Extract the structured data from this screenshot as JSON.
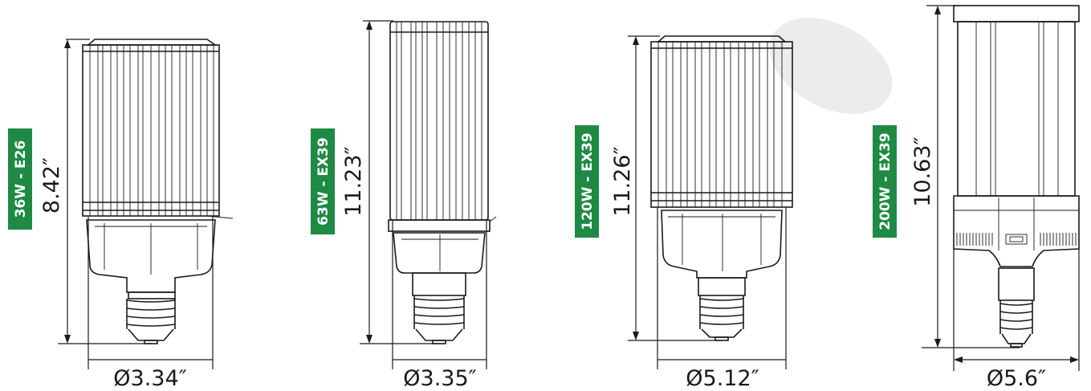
{
  "colors": {
    "badge_green": "#1e8a44",
    "line": "#1a1a1a",
    "shadow_blob": "#ececec"
  },
  "lamps": [
    {
      "badge": "36W - E26",
      "height_label": "8.42″",
      "diameter_label": "Ø3.34″"
    },
    {
      "badge": "63W - EX39",
      "height_label": "11.23″",
      "diameter_label": "Ø3.35″"
    },
    {
      "badge": "120W - EX39",
      "height_label": "11.26″",
      "diameter_label": "Ø5.12″"
    },
    {
      "badge": "200W - EX39",
      "height_label": "10.63″",
      "diameter_label": "Ø5.6″"
    }
  ]
}
